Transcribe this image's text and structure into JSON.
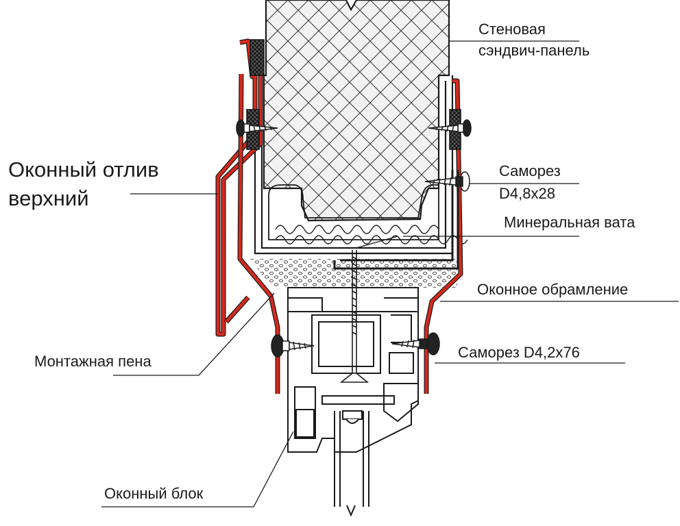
{
  "labels": {
    "wall_panel_line1": "Стеновая",
    "wall_panel_line2": "сэндвич-панель",
    "drip_line1": "Оконный отлив",
    "drip_line2": "верхний",
    "screw_top_line1": "Саморез",
    "screw_top_line2": "D4,8x28",
    "mineral_wool": "Минеральная вата",
    "window_frame_trim": "Оконное обрамление",
    "mounting_foam": "Монтажная пена",
    "screw_bottom": "Саморез D4,2x76",
    "window_unit": "Оконный блок"
  },
  "colors": {
    "flashing": "#d42a1e",
    "line": "#1a1a1a",
    "panel_fill": "#f2f2f2"
  }
}
